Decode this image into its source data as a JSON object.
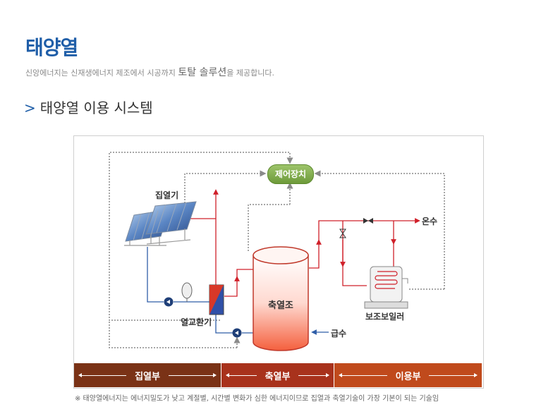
{
  "page": {
    "title": "태양열",
    "subtitle_pre": "신앙에너지는 신재생에너지 제조에서 시공까지 ",
    "subtitle_em": "토탈 솔루션",
    "subtitle_post": "을 제공합니다.",
    "section_arrow": ">",
    "section_title": "태양열 이용 시스템"
  },
  "diagram": {
    "collector": "집열기",
    "controller": "제어장치",
    "heat_exchanger": "열교환기",
    "storage_tank": "축열조",
    "aux_boiler": "보조보일러",
    "hot_water": "온수",
    "supply_water": "급수"
  },
  "stages": {
    "collect": "집열부",
    "store": "축열부",
    "use": "이용부"
  },
  "footnote": "※  태양열에너지는 에너지밀도가 낮고 계절별, 시간별 변화가 심한 에너지이므로 집열과 축열기술이 가장 기본이 되는 기술임",
  "colors": {
    "title": "#1f5ea8",
    "hot_pipe": "#d0202a",
    "cold_pipe": "#2f5ea8",
    "control_line": "#9a9a9a",
    "controller": "#7aa845"
  }
}
